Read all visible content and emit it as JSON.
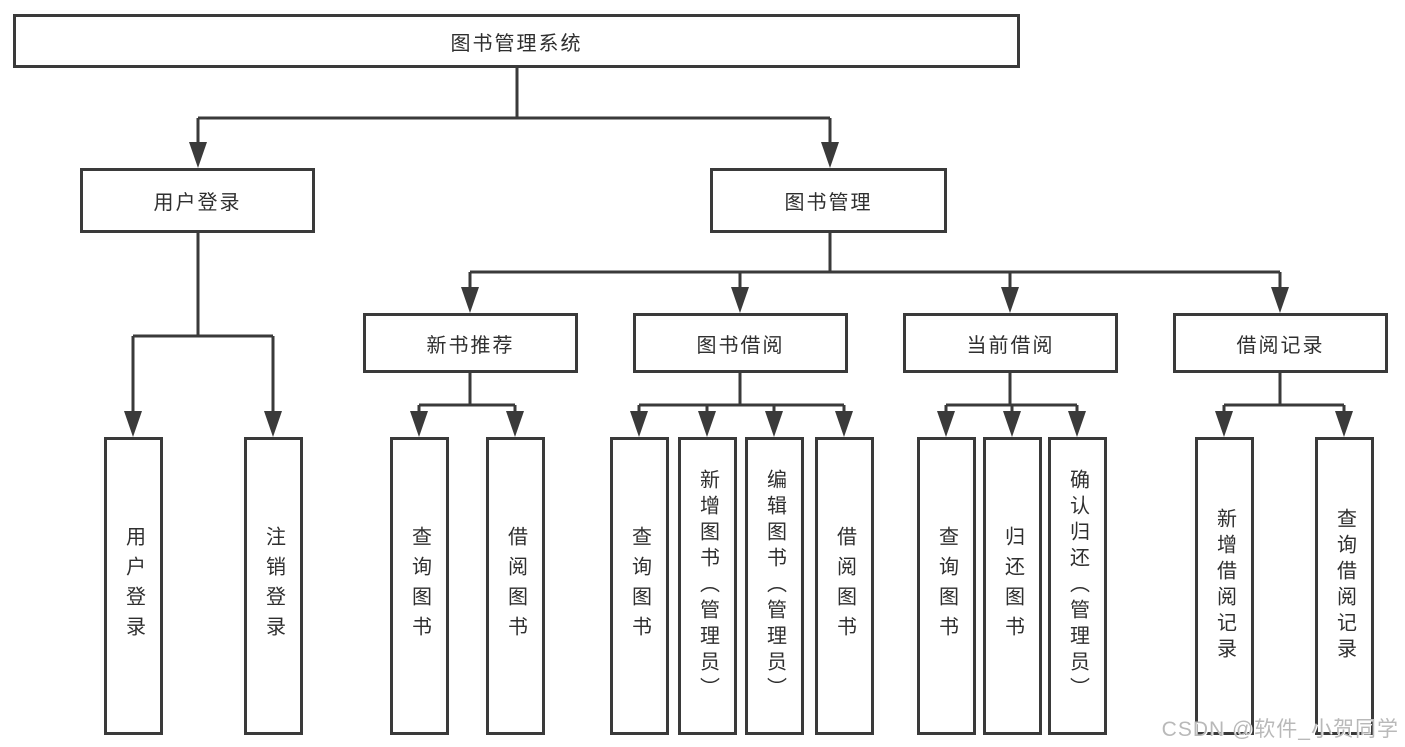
{
  "diagram_title": "图书管理系统",
  "tree": {
    "label": "图书管理系统",
    "children": [
      {
        "label": "用户登录",
        "children": [
          {
            "label": "用户登录"
          },
          {
            "label": "注销登录"
          }
        ]
      },
      {
        "label": "图书管理",
        "children": [
          {
            "label": "新书推荐",
            "children": [
              {
                "label": "查询图书"
              },
              {
                "label": "借阅图书"
              }
            ]
          },
          {
            "label": "图书借阅",
            "children": [
              {
                "label": "查询图书"
              },
              {
                "label": "新增图书（管理员）"
              },
              {
                "label": "编辑图书（管理员）"
              },
              {
                "label": "借阅图书"
              }
            ]
          },
          {
            "label": "当前借阅",
            "children": [
              {
                "label": "查询图书"
              },
              {
                "label": "归还图书"
              },
              {
                "label": "确认归还（管理员）"
              }
            ]
          },
          {
            "label": "借阅记录",
            "children": [
              {
                "label": "新增借阅记录"
              },
              {
                "label": "查询借阅记录"
              }
            ]
          }
        ]
      }
    ]
  },
  "colors": {
    "line": "#3a3a3a",
    "box_border": "#3a3a3a",
    "text": "#2f2f2f",
    "watermark": "#b9b9b9",
    "background": "#ffffff"
  },
  "watermark": "CSDN @软件_小贺同学"
}
